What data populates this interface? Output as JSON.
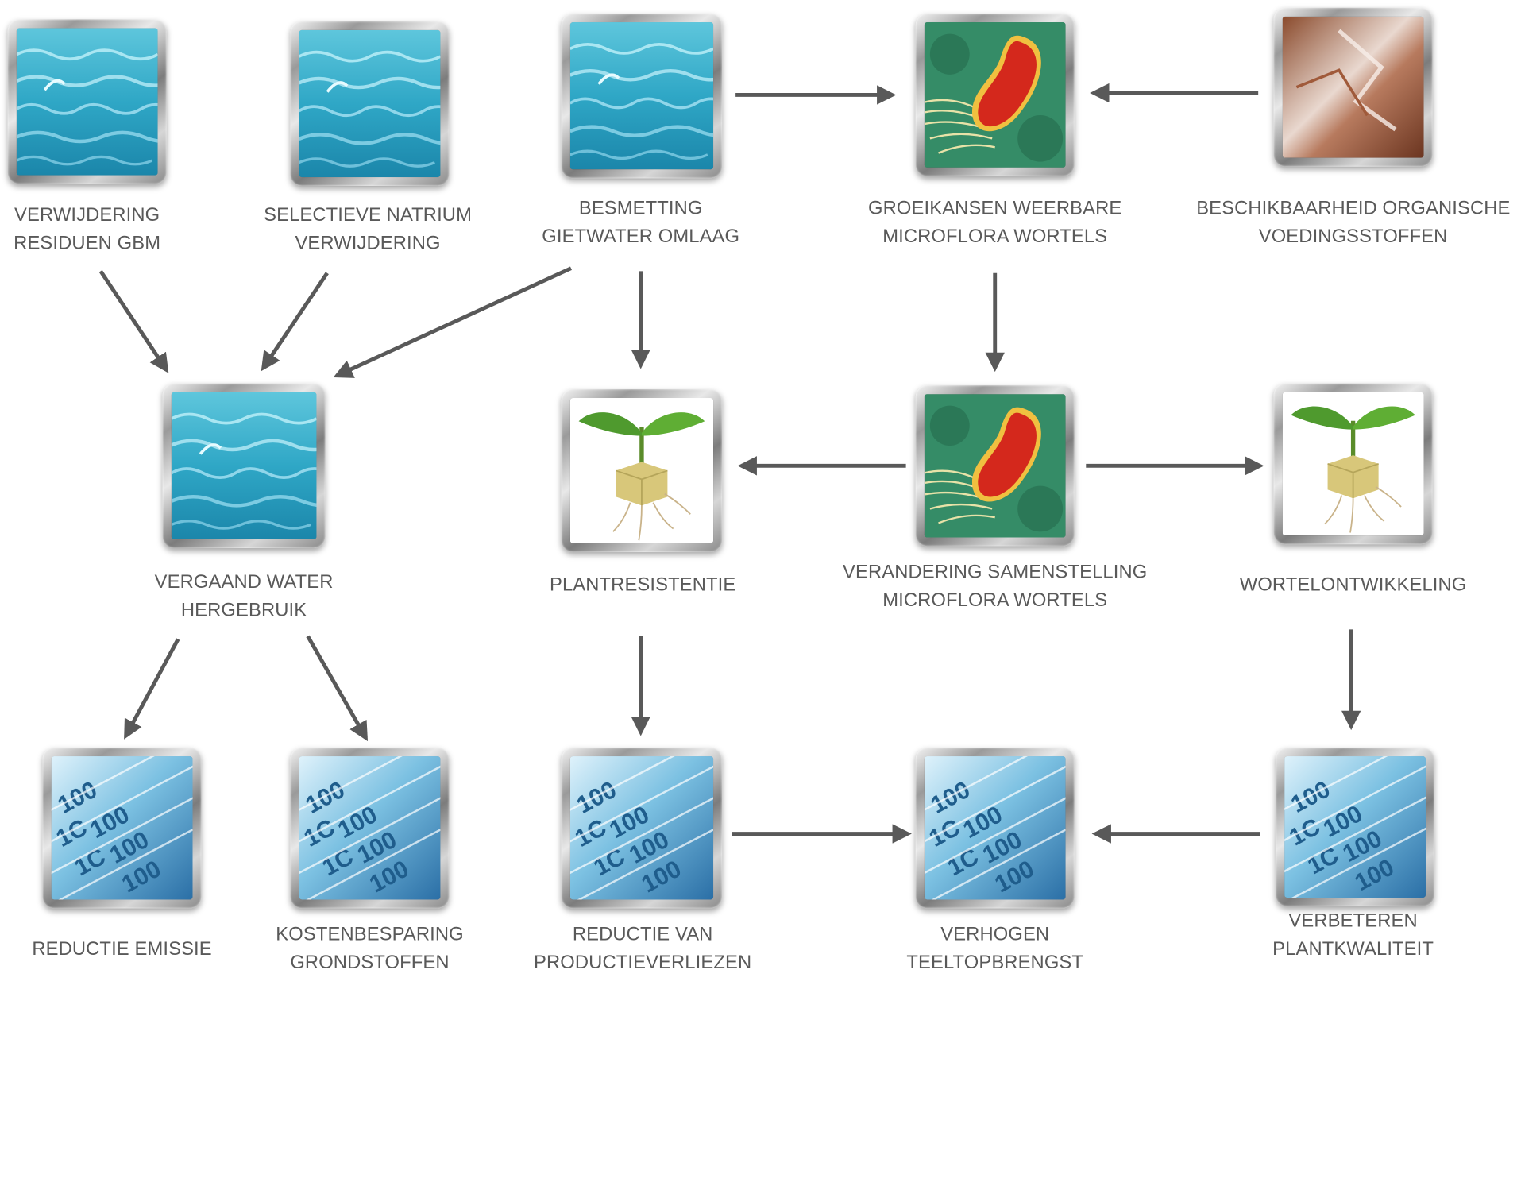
{
  "nodes": {
    "verwijdering_residuen": {
      "icon": "water-icon",
      "lines": [
        "VERWIJDERING",
        "RESIDUEN GBM"
      ]
    },
    "selectieve_natrium": {
      "icon": "water-icon",
      "lines": [
        "SELECTIEVE NATRIUM",
        "VERWIJDERING"
      ]
    },
    "besmetting_gietwater": {
      "icon": "water-icon",
      "lines": [
        "BESMETTING",
        "GIETWATER OMLAAG"
      ]
    },
    "groeikansen_microflora": {
      "icon": "bacterium-icon",
      "lines": [
        "GROEIKANSEN WEERBARE",
        "MICROFLORA WORTELS"
      ]
    },
    "beschikbaarheid_voeding": {
      "icon": "organic-nutrients-icon",
      "lines": [
        "BESCHIKBAARHEID ORGANISCHE",
        "VOEDINGSSTOFFEN"
      ]
    },
    "vergaand_water": {
      "icon": "water-icon",
      "lines": [
        "VERGAAND WATER",
        "HERGEBRUIK"
      ]
    },
    "plantresistentie": {
      "icon": "plant-icon",
      "lines": [
        "PLANTRESISTENTIE"
      ]
    },
    "verandering_microflora": {
      "icon": "bacterium-icon",
      "lines": [
        "VERANDERING SAMENSTELLING",
        "MICROFLORA WORTELS"
      ]
    },
    "wortelontwikkeling": {
      "icon": "plant-icon",
      "lines": [
        "WORTELONTWIKKELING"
      ]
    },
    "reductie_emissie": {
      "icon": "money-icon",
      "lines": [
        "REDUCTIE EMISSIE"
      ]
    },
    "kostenbesparing": {
      "icon": "money-icon",
      "lines": [
        "KOSTENBESPARING",
        "GRONDSTOFFEN"
      ]
    },
    "reductie_productieverliezen": {
      "icon": "money-icon",
      "lines": [
        "REDUCTIE VAN",
        "PRODUCTIEVERLIEZEN"
      ]
    },
    "verhogen_teeltopbrengst": {
      "icon": "money-icon",
      "lines": [
        "VERHOGEN",
        "TEELTOPBRENGST"
      ]
    },
    "verbeteren_plantkwaliteit": {
      "icon": "money-icon",
      "lines": [
        "VERBETEREN",
        "PLANTKWALITEIT"
      ]
    }
  },
  "edges": [
    {
      "from": "verwijdering_residuen",
      "to": "vergaand_water"
    },
    {
      "from": "selectieve_natrium",
      "to": "vergaand_water"
    },
    {
      "from": "besmetting_gietwater",
      "to": "vergaand_water"
    },
    {
      "from": "besmetting_gietwater",
      "to": "plantresistentie"
    },
    {
      "from": "besmetting_gietwater",
      "to": "groeikansen_microflora"
    },
    {
      "from": "beschikbaarheid_voeding",
      "to": "groeikansen_microflora"
    },
    {
      "from": "groeikansen_microflora",
      "to": "verandering_microflora"
    },
    {
      "from": "verandering_microflora",
      "to": "plantresistentie"
    },
    {
      "from": "verandering_microflora",
      "to": "wortelontwikkeling"
    },
    {
      "from": "vergaand_water",
      "to": "reductie_emissie"
    },
    {
      "from": "vergaand_water",
      "to": "kostenbesparing"
    },
    {
      "from": "plantresistentie",
      "to": "reductie_productieverliezen"
    },
    {
      "from": "wortelontwikkeling",
      "to": "verbeteren_plantkwaliteit"
    },
    {
      "from": "reductie_productieverliezen",
      "to": "verhogen_teeltopbrengst"
    },
    {
      "from": "verbeteren_plantkwaliteit",
      "to": "verhogen_teeltopbrengst"
    }
  ],
  "colors": {
    "arrow": "#595959",
    "label": "#595959"
  }
}
